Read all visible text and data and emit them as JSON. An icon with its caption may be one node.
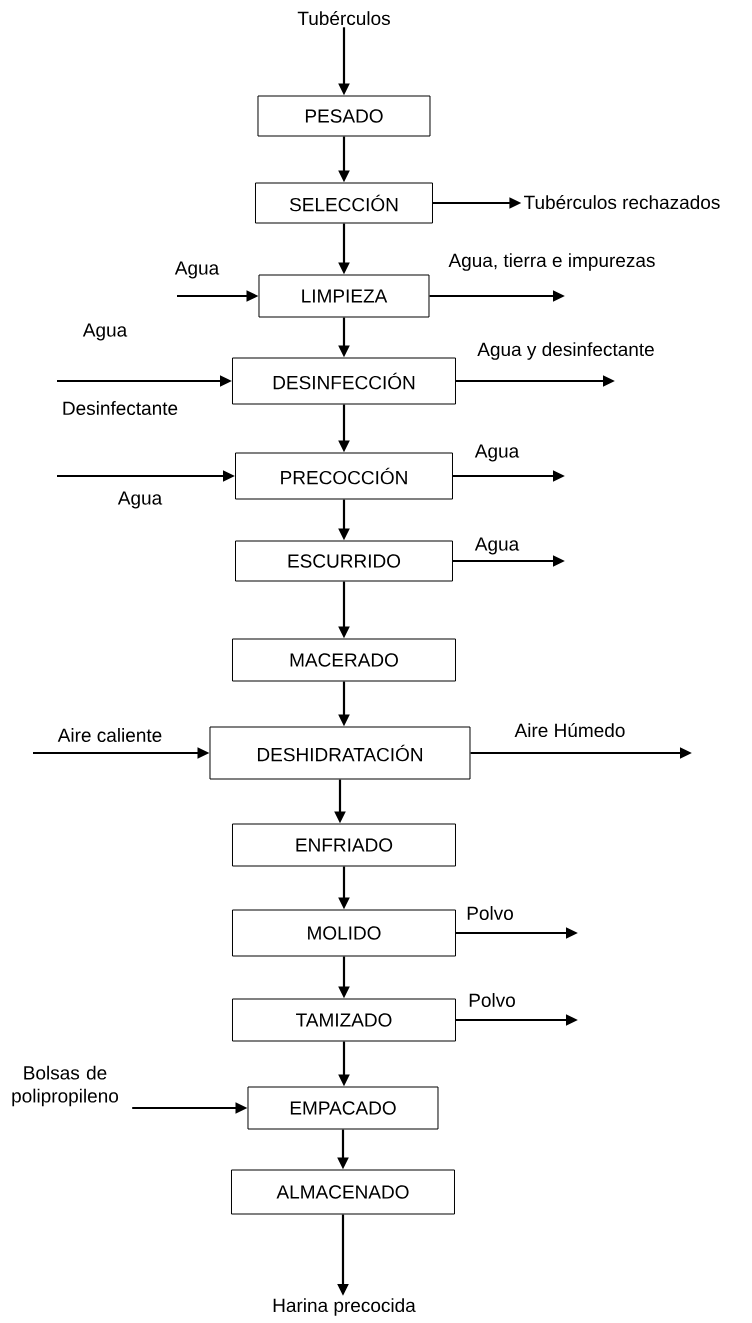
{
  "diagram": {
    "nodes": [
      {
        "text": [
          "Tubérculos"
        ]
      },
      {
        "text": [
          "PESADO"
        ]
      },
      {
        "text": [
          "SELECCIÓN"
        ]
      },
      {
        "text": [
          "Tubérculos rechazados"
        ]
      },
      {
        "text": [
          "LIMPIEZA"
        ]
      },
      {
        "text": [
          "DESINFECCIÓN"
        ]
      },
      {
        "text": [
          "PRECOCCIÓN"
        ]
      },
      {
        "text": [
          "ESCURRIDO"
        ]
      },
      {
        "text": [
          "MACERADO"
        ]
      },
      {
        "text": [
          "DESHIDRATACIÓN"
        ]
      },
      {
        "text": [
          "ENFRIADO"
        ]
      },
      {
        "text": [
          "MOLIDO"
        ]
      },
      {
        "text": [
          "TAMIZADO"
        ]
      },
      {
        "text": [
          "Bolsas de polipropileno"
        ]
      },
      {
        "text": [
          "EMPACADO"
        ]
      },
      {
        "text": [
          "ALMACENADO"
        ]
      },
      {
        "text": [
          "Harina precocida"
        ]
      }
    ],
    "edges": [
      {
        "from": 0,
        "to": 1,
        "arrow": "to"
      },
      {
        "from": 1,
        "to": 2,
        "arrow": "to"
      },
      {
        "from": 2,
        "to": 3,
        "arrow": "to"
      },
      {
        "from": 2,
        "to": 4,
        "arrow": "to"
      },
      {
        "from": null,
        "to": 4,
        "arrow": "to",
        "label": "Agua"
      },
      {
        "from": 4,
        "to": null,
        "arrow": "to",
        "label": "Agua, tierra e impurezas"
      },
      {
        "from": 4,
        "to": 5,
        "arrow": "to"
      },
      {
        "from": null,
        "to": 5,
        "arrow": "to",
        "label": "Agua"
      },
      {
        "from": 5,
        "to": null,
        "arrow": "to",
        "label": "Agua y desinfectante"
      },
      {
        "from": 5,
        "to": 6,
        "arrow": "to"
      },
      {
        "from": null,
        "to": 6,
        "arrow": "to",
        "label": "Agua"
      },
      {
        "from": 6,
        "to": null,
        "arrow": "to",
        "label": "Agua"
      },
      {
        "from": 6,
        "to": 7,
        "arrow": "to"
      },
      {
        "from": 7,
        "to": null,
        "arrow": "to",
        "label": "Agua"
      },
      {
        "from": 7,
        "to": 8,
        "arrow": "to"
      },
      {
        "from": 8,
        "to": 9,
        "arrow": "to"
      },
      {
        "from": null,
        "to": 9,
        "arrow": "to",
        "label": "Aire caliente"
      },
      {
        "from": 9,
        "to": null,
        "arrow": "to",
        "label": "Aire Húmedo"
      },
      {
        "from": 9,
        "to": 10,
        "arrow": "to"
      },
      {
        "from": 10,
        "to": 11,
        "arrow": "to"
      },
      {
        "from": 11,
        "to": null,
        "arrow": "to",
        "label": "Polvo"
      },
      {
        "from": 11,
        "to": 12,
        "arrow": "to"
      },
      {
        "from": 12,
        "to": null,
        "arrow": "to",
        "label": "Polvo"
      },
      {
        "from": 12,
        "to": 14,
        "arrow": "to"
      },
      {
        "from": 13,
        "to": 14,
        "arrow": "to"
      },
      {
        "from": 14,
        "to": 15,
        "arrow": "to"
      },
      {
        "from": 15,
        "to": 16,
        "arrow": "to"
      }
    ],
    "labels": [
      "Desinfectante"
    ]
  }
}
